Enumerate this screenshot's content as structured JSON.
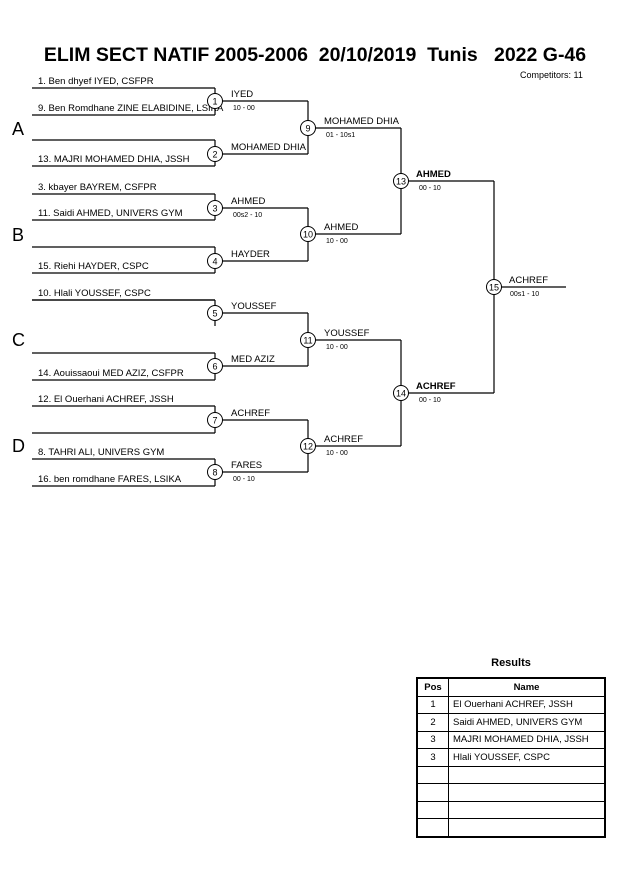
{
  "header": {
    "title": "ELIM SECT NATIF 2005-2006  20/10/2019  Tunis   2022 G-46",
    "competitors": "Competitors: 11"
  },
  "pools": [
    "A",
    "B",
    "C",
    "D"
  ],
  "entries": [
    "1. Ben dhyef IYED, CSFPR",
    "9. Ben Romdhane ZINE ELABIDINE, LSIKA",
    "13. MAJRI MOHAMED DHIA, JSSH",
    "3. kbayer BAYREM, CSFPR",
    "11. Saidi AHMED, UNIVERS GYM",
    "15. Riehi HAYDER, CSPC",
    "10. Hlali YOUSSEF, CSPC",
    "14. Aouissaoui MED AZIZ, CSFPR",
    "12. El Ouerhani ACHREF, JSSH",
    "8. TAHRI ALI, UNIVERS GYM",
    "16. ben romdhane FARES, LSIKA"
  ],
  "matches": [
    {
      "num": "1",
      "winner": "IYED",
      "score": "10 - 00"
    },
    {
      "num": "2",
      "winner": "MOHAMED DHIA",
      "score": ""
    },
    {
      "num": "3",
      "winner": "AHMED",
      "score": "00s2 - 10"
    },
    {
      "num": "4",
      "winner": "HAYDER",
      "score": ""
    },
    {
      "num": "5",
      "winner": "YOUSSEF",
      "score": ""
    },
    {
      "num": "6",
      "winner": "MED AZIZ",
      "score": ""
    },
    {
      "num": "7",
      "winner": "ACHREF",
      "score": ""
    },
    {
      "num": "8",
      "winner": "FARES",
      "score": "00 - 10"
    },
    {
      "num": "9",
      "winner": "MOHAMED DHIA",
      "score": "01 - 10s1"
    },
    {
      "num": "10",
      "winner": "AHMED",
      "score": "10 - 00"
    },
    {
      "num": "11",
      "winner": "YOUSSEF",
      "score": "10 - 00"
    },
    {
      "num": "12",
      "winner": "ACHREF",
      "score": "10 - 00"
    },
    {
      "num": "13",
      "winner": "AHMED",
      "score": "00 - 10"
    },
    {
      "num": "14",
      "winner": "ACHREF",
      "score": "00 - 10"
    },
    {
      "num": "15",
      "winner": "ACHREF",
      "score": "00s1 - 10"
    }
  ],
  "results": {
    "title": "Results",
    "col_pos": "Pos",
    "col_name": "Name",
    "rows": [
      {
        "pos": "1",
        "name": "El Ouerhani ACHREF, JSSH"
      },
      {
        "pos": "2",
        "name": "Saidi AHMED, UNIVERS GYM"
      },
      {
        "pos": "3",
        "name": "MAJRI MOHAMED DHIA, JSSH"
      },
      {
        "pos": "3",
        "name": "Hlali YOUSSEF, CSPC"
      },
      {
        "pos": "",
        "name": ""
      },
      {
        "pos": "",
        "name": ""
      },
      {
        "pos": "",
        "name": ""
      },
      {
        "pos": "",
        "name": ""
      }
    ]
  }
}
